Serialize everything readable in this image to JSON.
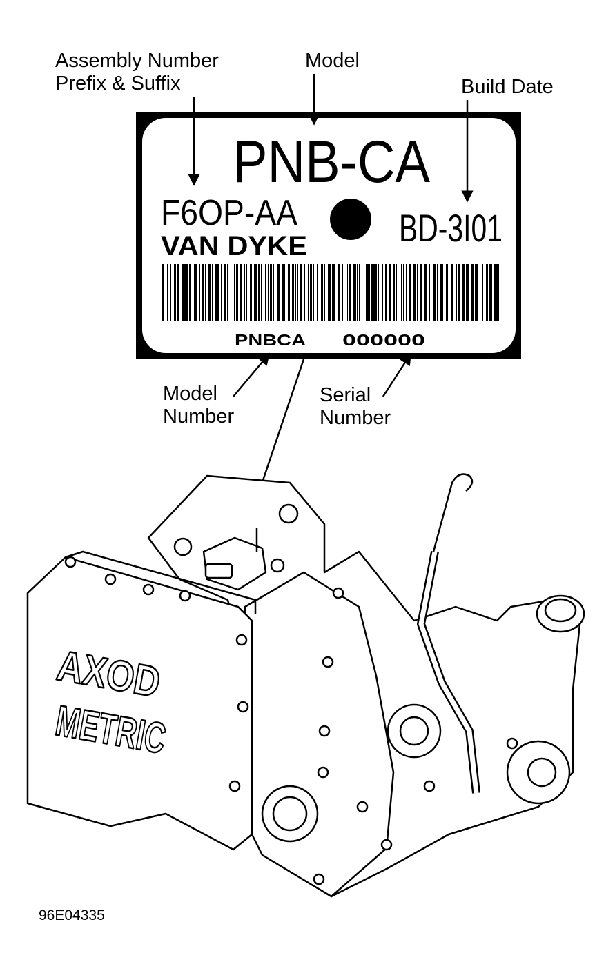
{
  "callouts": {
    "assembly_line1": "Assembly Number",
    "assembly_line2": "Prefix & Suffix",
    "model": "Model",
    "build_date": "Build Date",
    "model_number_line1": "Model",
    "model_number_line2": "Number",
    "serial_number_line1": "Serial",
    "serial_number_line2": "Number"
  },
  "tag": {
    "model_code": "PNB-CA",
    "assembly_number": "F6OP-AA",
    "plant": "VAN DYKE",
    "build_date_code": "BD-3I01",
    "model_number": "PNBCA",
    "serial_number": "000000"
  },
  "case_text": {
    "line1": "AXOD",
    "line2": "METRIC"
  },
  "figure_id": "96E04335",
  "colors": {
    "ink": "#000000",
    "paper": "#ffffff"
  }
}
